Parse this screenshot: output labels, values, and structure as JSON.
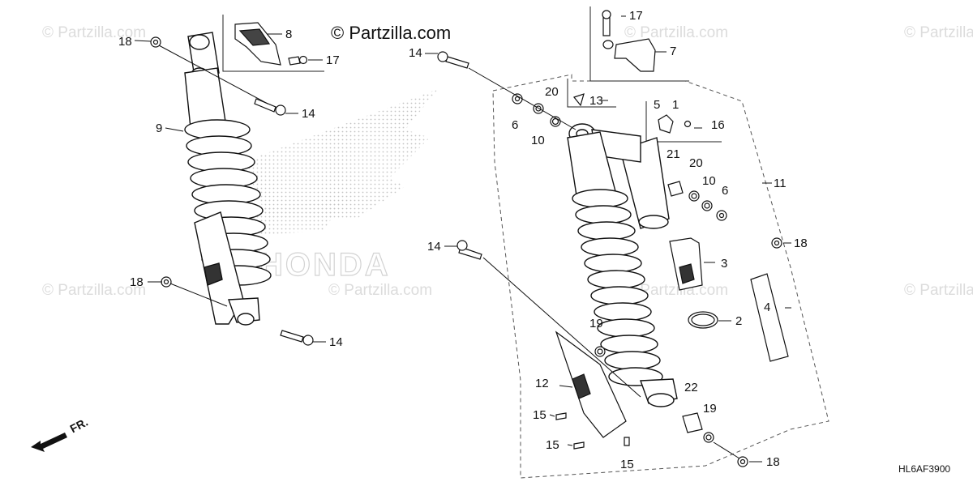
{
  "watermark": "© Partzilla.com",
  "brand": "© Partzilla.com",
  "diagram_code": "HL6AF3900",
  "direction_label": "FR.",
  "callouts": {
    "c1": "1",
    "c2": "2",
    "c3": "3",
    "c4": "4",
    "c5": "5",
    "c6a": "6",
    "c6b": "6",
    "c7": "7",
    "c8": "8",
    "c9": "9",
    "c10a": "10",
    "c10b": "10",
    "c11": "11",
    "c12": "12",
    "c13": "13",
    "c14a": "14",
    "c14b": "14",
    "c14c": "14",
    "c14d": "14",
    "c15a": "15",
    "c15b": "15",
    "c15c": "15",
    "c16": "16",
    "c17a": "17",
    "c17b": "17",
    "c18a": "18",
    "c18b": "18",
    "c18c": "18",
    "c18d": "18",
    "c19a": "19",
    "c19b": "19",
    "c20a": "20",
    "c20b": "20",
    "c21": "21",
    "c22": "22"
  }
}
